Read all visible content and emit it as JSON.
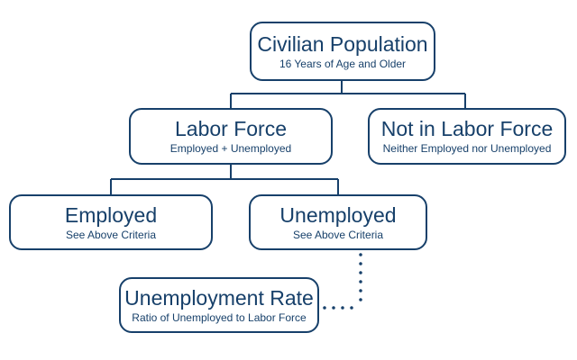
{
  "colors": {
    "primary": "#17406a",
    "background": "#ffffff"
  },
  "nodes": {
    "civilian_population": {
      "title": "Civilian Population",
      "subtitle": "16 Years of Age and Older"
    },
    "labor_force": {
      "title": "Labor Force",
      "subtitle": "Employed + Unemployed"
    },
    "not_in_labor_force": {
      "title": "Not in Labor Force",
      "subtitle": "Neither Employed nor Unemployed"
    },
    "employed": {
      "title": "Employed",
      "subtitle": "See Above Criteria"
    },
    "unemployed": {
      "title": "Unemployed",
      "subtitle": "See Above Criteria"
    },
    "unemployment_rate": {
      "title": "Unemployment Rate",
      "subtitle": "Ratio of Unemployed to Labor Force"
    }
  }
}
